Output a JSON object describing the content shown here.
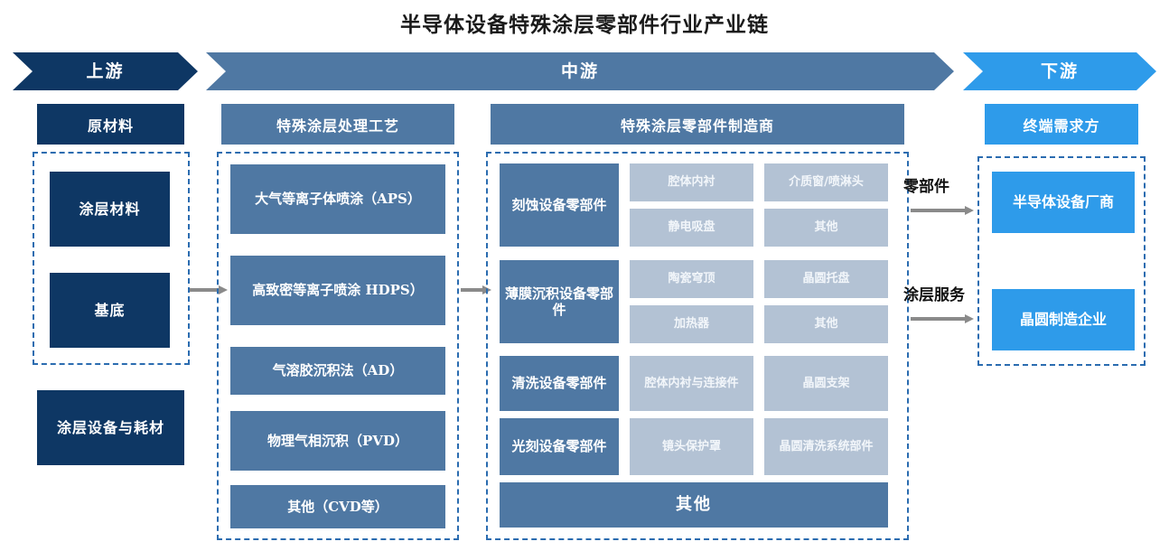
{
  "title": "半导体设备特殊涂层零部件行业产业链",
  "banners": {
    "upstream": "上游",
    "midstream": "中游",
    "downstream": "下游"
  },
  "upstream": {
    "header": "原材料",
    "items": [
      "涂层材料",
      "基底"
    ],
    "extra": "涂层设备与耗材"
  },
  "process": {
    "header": "特殊涂层处理工艺",
    "items": [
      "大气等离子体喷涂（APS）",
      "高致密等离子喷涂 HDPS）",
      "气溶胶沉积法（AD）",
      "物理气相沉积（PVD）",
      "其他（CVD等）"
    ]
  },
  "manufacturers": {
    "header": "特殊涂层零部件制造商",
    "groups": [
      {
        "name": "刻蚀设备零部件",
        "parts": [
          "腔体内衬",
          "介质窗/喷淋头",
          "静电吸盘",
          "其他"
        ]
      },
      {
        "name": "薄膜沉积设备零部件",
        "parts": [
          "陶瓷穹顶",
          "晶圆托盘",
          "加热器",
          "其他"
        ]
      },
      {
        "name": "清洗设备零部件",
        "parts": [
          "腔体内衬与连接件",
          "晶圆支架"
        ]
      },
      {
        "name": "光刻设备零部件",
        "parts": [
          "镜头保护罩",
          "晶圆清洗系统部件"
        ]
      }
    ],
    "other": "其他"
  },
  "downstream": {
    "header": "终端需求方",
    "items": [
      "半导体设备厂商",
      "晶圆制造企业"
    ]
  },
  "flows": [
    {
      "label": "零部件"
    },
    {
      "label": "涂层服务"
    }
  ],
  "colors": {
    "navy": "#0e3764",
    "steel": "#4f78a3",
    "light_blue": "#b3c2d4",
    "bright_blue": "#2e9bea",
    "arrow_grey": "#8a8a8a",
    "dash_border": "#2b6cb0"
  }
}
